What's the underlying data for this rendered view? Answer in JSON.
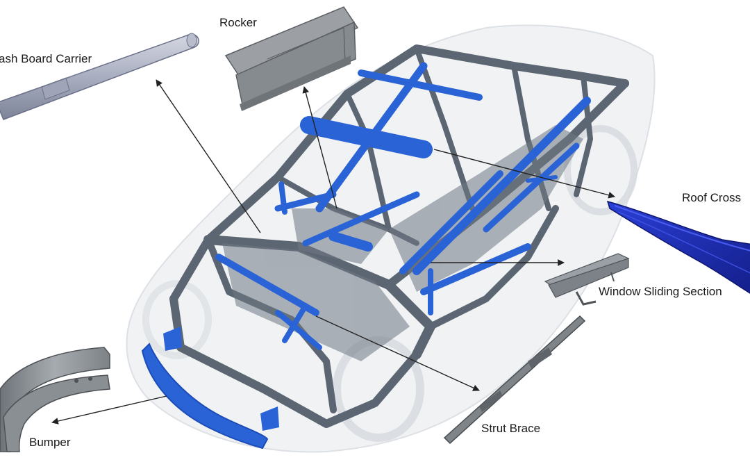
{
  "labels": {
    "dash_board_carrier": "ash Board Carrier",
    "rocker": "Rocker",
    "roof_cross": "Roof Cross",
    "window_sliding_section": "Window Sliding Section",
    "strut_brace": "Strut Brace",
    "bumper": "Bumper"
  },
  "colors": {
    "reinforcement": "#2a63d6",
    "roof_part": "#1f2fb0",
    "body_steel": "#5c6672",
    "part_grey": "#8f969c",
    "ghost_body": "#e9ebee",
    "line": "#222222"
  }
}
